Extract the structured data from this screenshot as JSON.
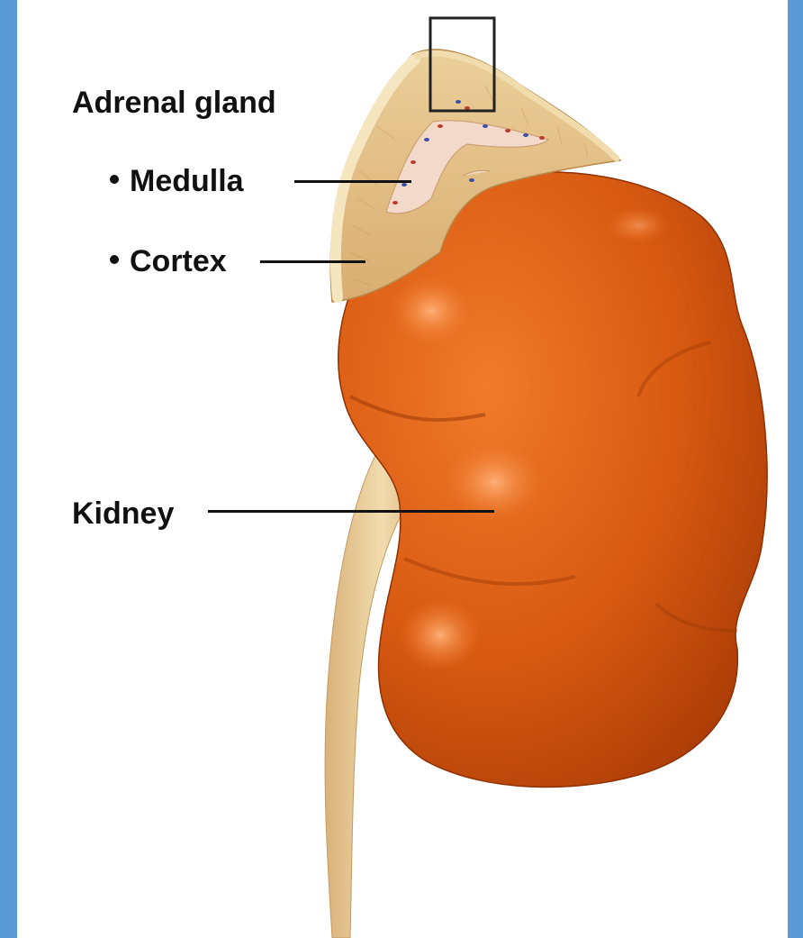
{
  "labels": {
    "adrenal_gland": "Adrenal gland",
    "medulla": "Medulla",
    "cortex": "Cortex",
    "kidney": "Kidney"
  },
  "colors": {
    "frame": "#5b9bd5",
    "background": "#ffffff",
    "kidney": "#d2520d",
    "kidney_highlight": "#f08a3c",
    "adrenal_cortex": "#e4c08a",
    "adrenal_capsule": "#f3dfb0",
    "medulla_tissue": "#f2d9c9",
    "ureter": "#e2c38f",
    "label_text": "#111111"
  }
}
